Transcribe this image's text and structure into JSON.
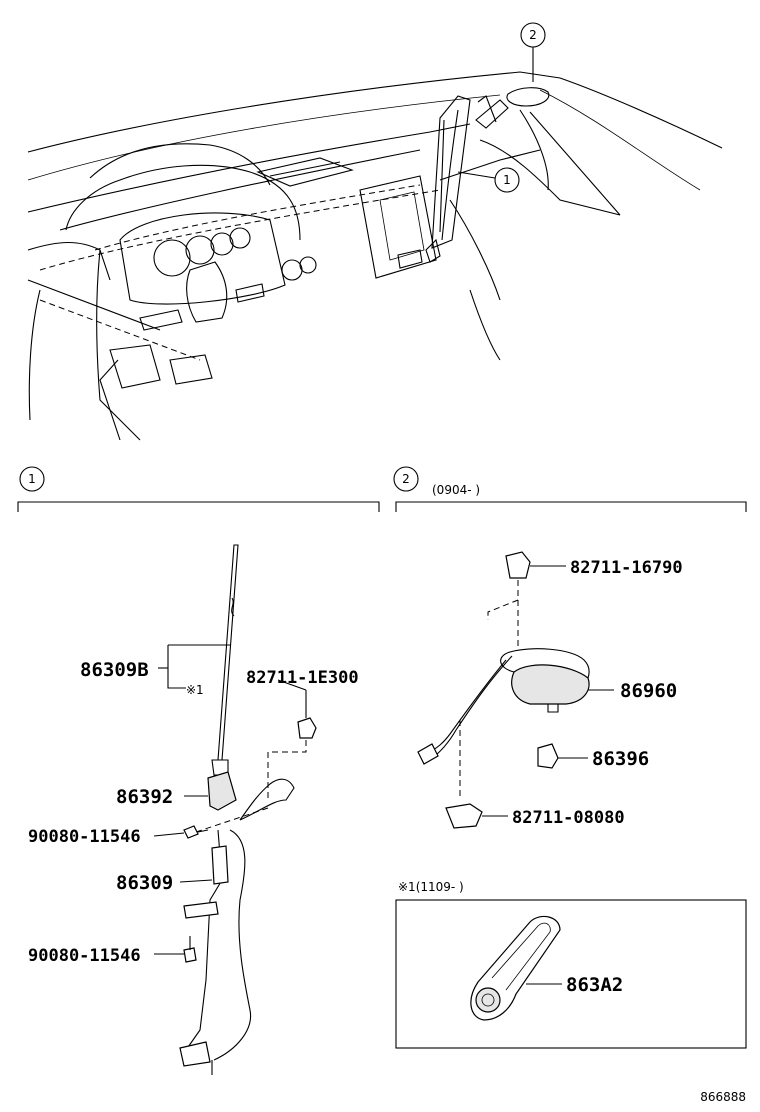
{
  "callouts": {
    "top_1": "1",
    "top_2": "2",
    "section_1": "1",
    "section_2": "2"
  },
  "section_2_range": "(0904-      )",
  "inset_note": "※1(1109-      )",
  "note_mark": "※1",
  "parts": {
    "p_86309B": "86309B",
    "p_82711_1E300": "82711-1E300",
    "p_86392": "86392",
    "p_90080_11546_a": "90080-11546",
    "p_86309": "86309",
    "p_90080_11546_b": "90080-11546",
    "p_82711_16790": "82711-16790",
    "p_86960": "86960",
    "p_86396": "86396",
    "p_82711_08080": "82711-08080",
    "p_863A2": "863A2"
  },
  "figure_id": "866888"
}
